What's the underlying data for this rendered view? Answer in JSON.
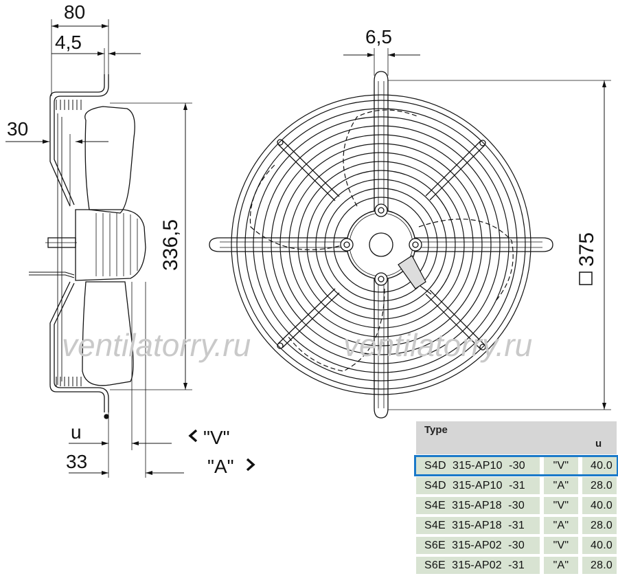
{
  "side_view": {
    "dim_80": "80",
    "dim_4_5": "4,5",
    "dim_30": "30",
    "dim_336_5": "336,5",
    "dim_u": "u",
    "dim_33": "33",
    "label_V": "\"V\"",
    "label_A": "\"A\""
  },
  "front_view": {
    "dim_6_5": "6,5",
    "dim_375": "375"
  },
  "watermark": {
    "left": "ventilatorry.ru",
    "right": "ventilatorry.ru"
  },
  "table": {
    "header_type": "Type",
    "header_u": "u",
    "rows": [
      {
        "type": "S4D  315-AP10  -30",
        "version": "\"V\"",
        "u": "40.0"
      },
      {
        "type": "S4D  315-AP10  -31",
        "version": "\"A\"",
        "u": "28.0"
      },
      {
        "type": "S4E  315-AP18  -30",
        "version": "\"V\"",
        "u": "40.0"
      },
      {
        "type": "S4E  315-AP18  -31",
        "version": "\"A\"",
        "u": "28.0"
      },
      {
        "type": "S6E  315-AP02  -30",
        "version": "\"V\"",
        "u": "40.0"
      },
      {
        "type": "S6E  315-AP02  -31",
        "version": "\"A\"",
        "u": "28.0"
      }
    ],
    "selected_row": 0
  },
  "colors": {
    "row_bg": "#d8e3d2",
    "header_bg": "#d6d6d6",
    "selection": "#1a79c9"
  }
}
